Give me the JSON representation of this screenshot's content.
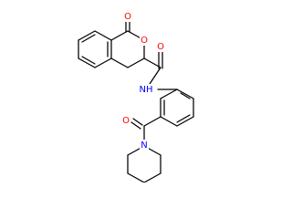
{
  "molecule": {
    "atom_labels": {
      "lactone_carbonyl_oxygen": "O",
      "ring_oxygen": "O",
      "amide_oxygen": "O",
      "amide_nh": "NH",
      "ketone_oxygen": "O",
      "piperidine_nitrogen": "N"
    },
    "colors": {
      "bond": "#000000",
      "oxygen": "#ff0000",
      "nitrogen": "#0000ff"
    }
  }
}
